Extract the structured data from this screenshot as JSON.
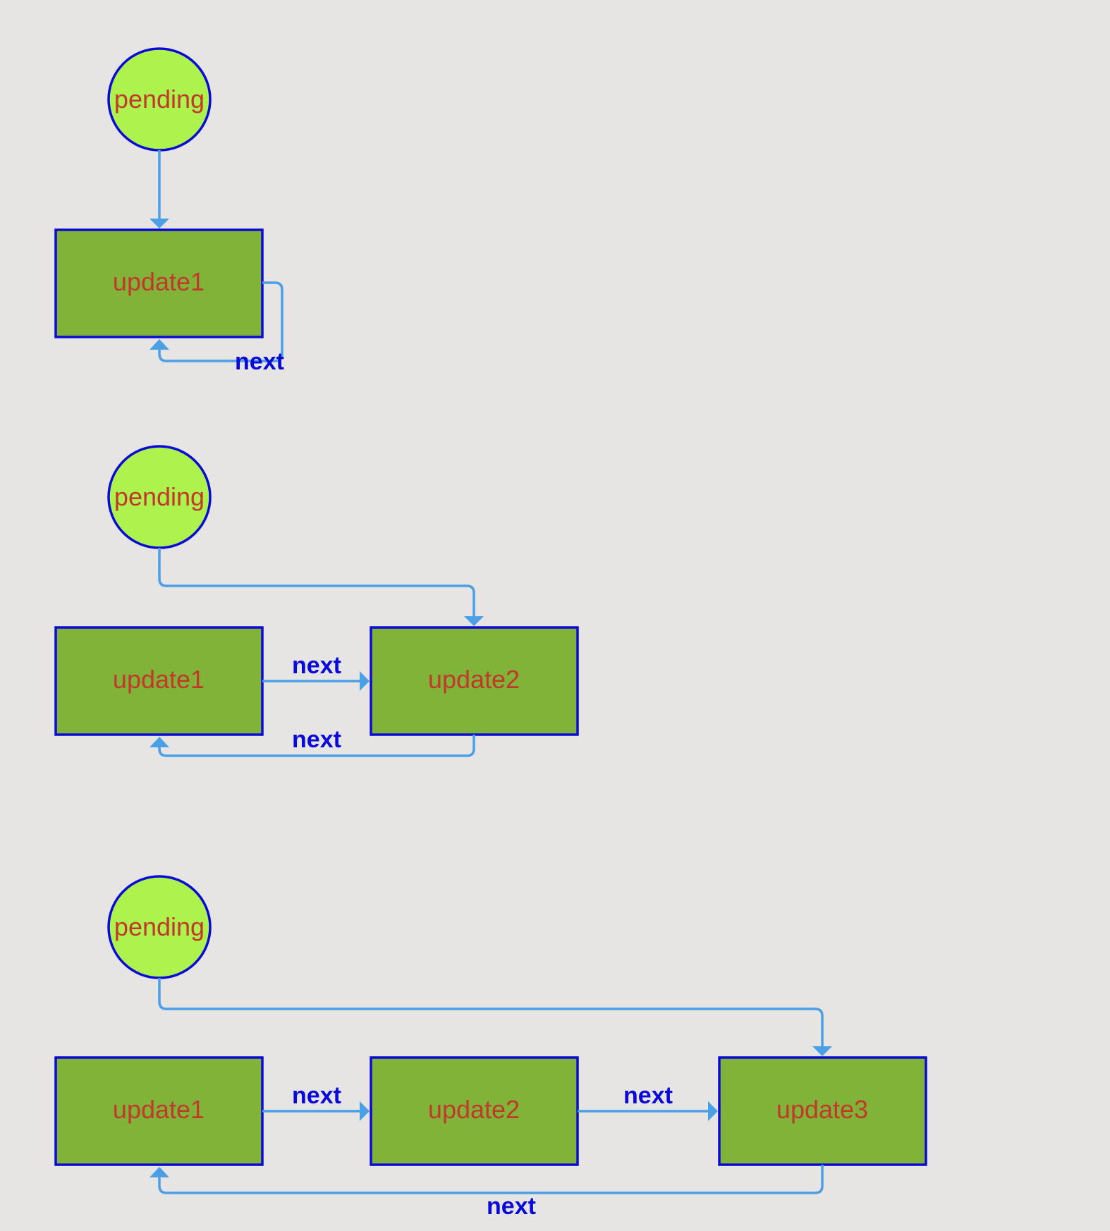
{
  "colors": {
    "background": "#e7e5e4",
    "pending_fill": "#adf24d",
    "node_fill": "#80b337",
    "border": "#0a0ad8",
    "node_text": "#c0392b",
    "edge": "#4a9fe6",
    "edge_label": "#0a0ad8"
  },
  "diagrams": [
    {
      "pending": "pending",
      "nodes": [
        "update1"
      ],
      "edge_labels": [
        "next"
      ]
    },
    {
      "pending": "pending",
      "nodes": [
        "update1",
        "update2"
      ],
      "edge_labels": [
        "next",
        "next"
      ]
    },
    {
      "pending": "pending",
      "nodes": [
        "update1",
        "update2",
        "update3"
      ],
      "edge_labels": [
        "next",
        "next",
        "next"
      ]
    }
  ]
}
